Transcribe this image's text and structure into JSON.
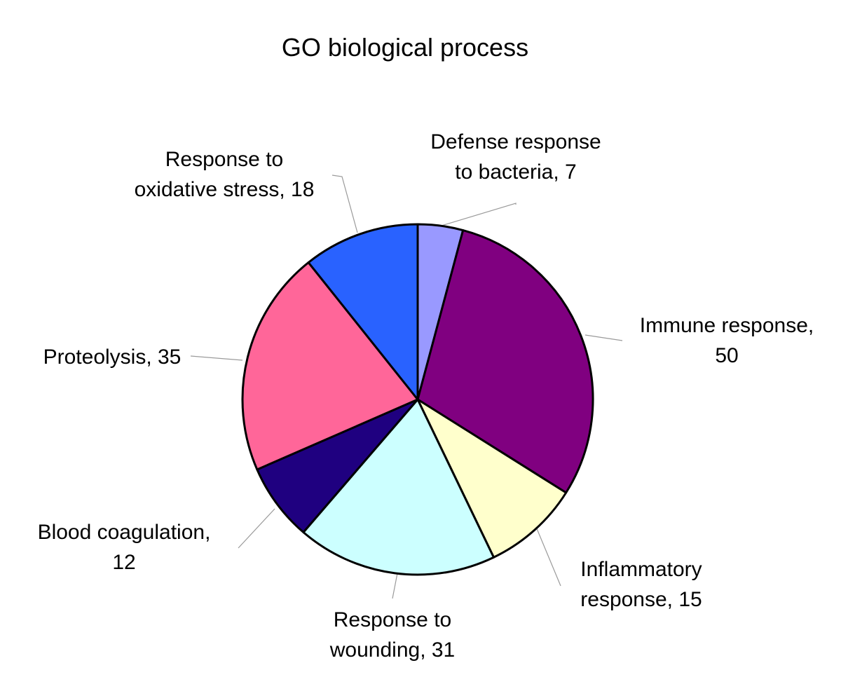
{
  "chart_data": {
    "type": "pie",
    "title": "GO biological process",
    "slices": [
      {
        "label_lines": [
          "Defense response",
          "to bacteria, 7"
        ],
        "value": 7,
        "color": "#9999FF"
      },
      {
        "label_lines": [
          "Immune response,",
          "50"
        ],
        "value": 50,
        "color": "#800080"
      },
      {
        "label_lines": [
          "Inflammatory",
          "response, 15"
        ],
        "value": 15,
        "color": "#FFFFCC"
      },
      {
        "label_lines": [
          "Response to",
          "wounding, 31"
        ],
        "value": 31,
        "color": "#CCFFFF"
      },
      {
        "label_lines": [
          "Blood coagulation,",
          "12"
        ],
        "value": 12,
        "color": "#1F0080"
      },
      {
        "label_lines": [
          "Proteolysis, 35"
        ],
        "value": 35,
        "color": "#FF6699"
      },
      {
        "label_lines": [
          "Response to",
          "oxidative stress, 18"
        ],
        "value": 18,
        "color": "#2962FF"
      }
    ],
    "start_angle_deg": 0,
    "direction": "clockwise",
    "legend": "none"
  }
}
